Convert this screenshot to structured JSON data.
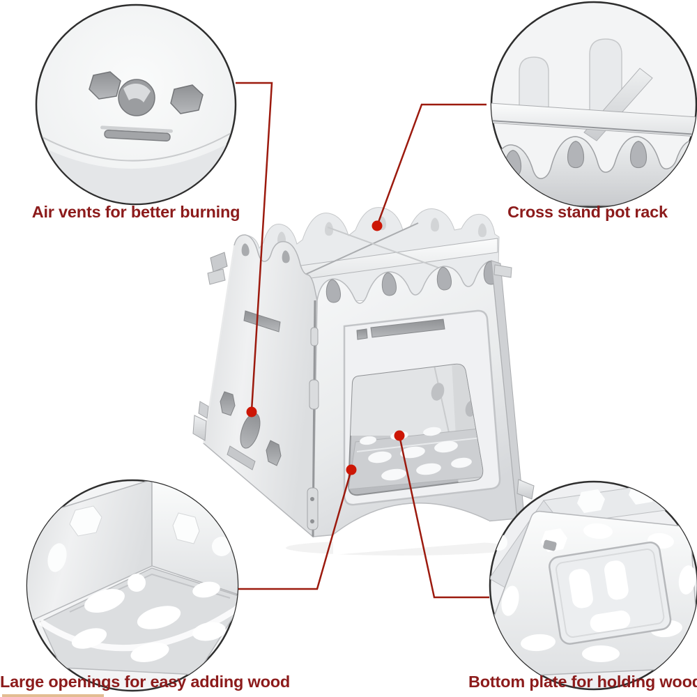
{
  "colors": {
    "background": "#ffffff",
    "label_text": "#8c1b1b",
    "leader_line": "#9c1a0e",
    "leader_dot": "#cc1605",
    "circle_border": "#2e2e2e",
    "metal_light": "#f2f3f4",
    "metal_shadow": "#aeb0b4",
    "bottom_strip": "#e3bd93"
  },
  "callouts": [
    {
      "id": "air-vents",
      "position": "top-left",
      "label": "Air vents for better burning",
      "icon": "air-vents-detail-icon"
    },
    {
      "id": "pot-rack",
      "position": "top-right",
      "label": "Cross stand pot rack",
      "icon": "cross-stand-detail-icon"
    },
    {
      "id": "wood-openings",
      "position": "bottom-left",
      "label": "Large openings for easy adding wood",
      "icon": "side-openings-detail-icon"
    },
    {
      "id": "bottom-plate",
      "position": "bottom-right",
      "label": "Bottom plate for holding wood",
      "icon": "bottom-plate-detail-icon"
    }
  ]
}
